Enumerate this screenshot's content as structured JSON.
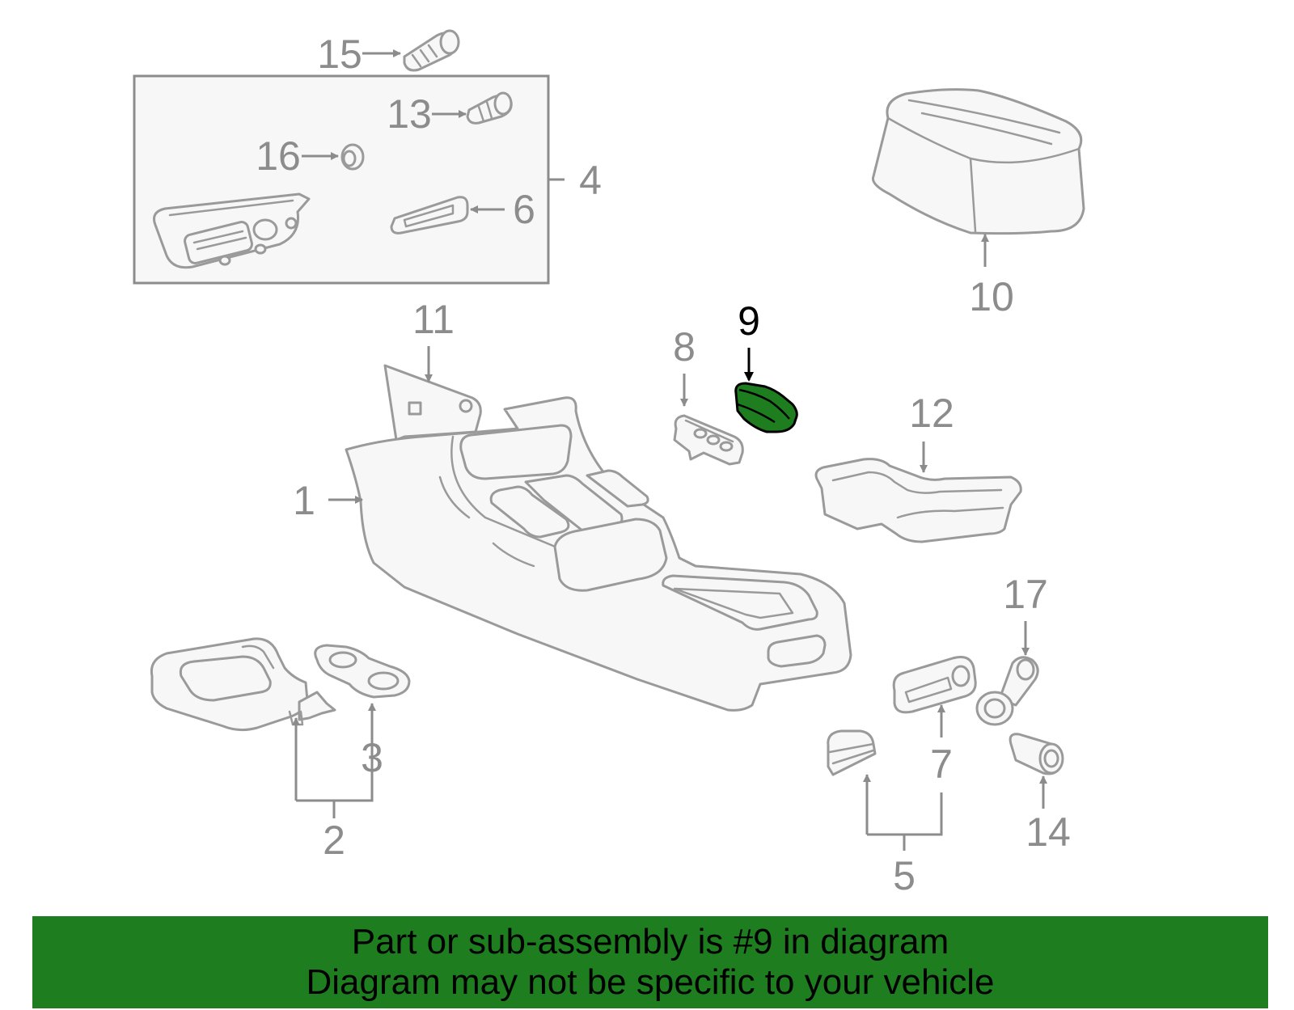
{
  "callouts": {
    "c1": "1",
    "c2": "2",
    "c3": "3",
    "c4": "4",
    "c5": "5",
    "c6": "6",
    "c7": "7",
    "c8": "8",
    "c9": "9",
    "c10": "10",
    "c11": "11",
    "c12": "12",
    "c13": "13",
    "c14": "14",
    "c15": "15",
    "c16": "16",
    "c17": "17"
  },
  "highlight": {
    "part": "9",
    "color": "#1e7d1e"
  },
  "colors": {
    "line": "#9a9a9a",
    "label": "#8c8c8c",
    "banner": "#1e7d1e"
  },
  "footer": {
    "line1": "Part or sub-assembly is #9 in diagram",
    "line2": "Diagram may not be specific to your vehicle"
  }
}
